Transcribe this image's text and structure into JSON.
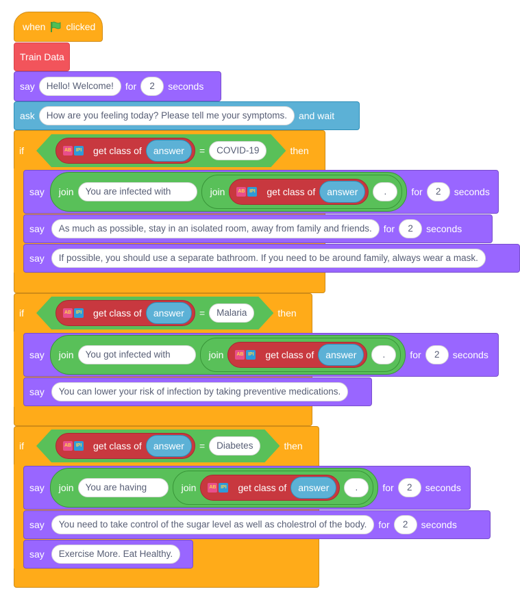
{
  "hat": {
    "when": "when",
    "clicked": "clicked",
    "flag_icon": "green-flag-icon"
  },
  "train": {
    "label": "Train Data"
  },
  "say1": {
    "say": "say",
    "text": "Hello! Welcome!",
    "for": "for",
    "secs": "2",
    "seconds": "seconds"
  },
  "ask": {
    "ask": "ask",
    "text": "How are you feeling today? Please tell me your symptoms.",
    "wait": "and wait"
  },
  "common": {
    "if": "if",
    "then": "then",
    "say": "say",
    "join": "join",
    "for": "for",
    "seconds": "seconds",
    "get_class_of": "get class of",
    "answer": "answer",
    "eq": "=",
    "dot": ".",
    "two": "2"
  },
  "if1": {
    "value": "COVID-19",
    "join_text": "You are infected with",
    "say2": "As much as possible, stay in an isolated room, away from family and friends.",
    "say3": "If possible, you should use a separate bathroom. If you need to be around family,  always wear a mask."
  },
  "if2": {
    "value": "Malaria",
    "join_text": "You got infected with",
    "say2": "You can lower your risk of infection by taking preventive medications."
  },
  "if3": {
    "value": "Diabetes",
    "join_text": "You are having",
    "say2": "You need to take control of the sugar level as well as cholestrol of the body.",
    "say3": "Exercise More. Eat Healthy."
  }
}
